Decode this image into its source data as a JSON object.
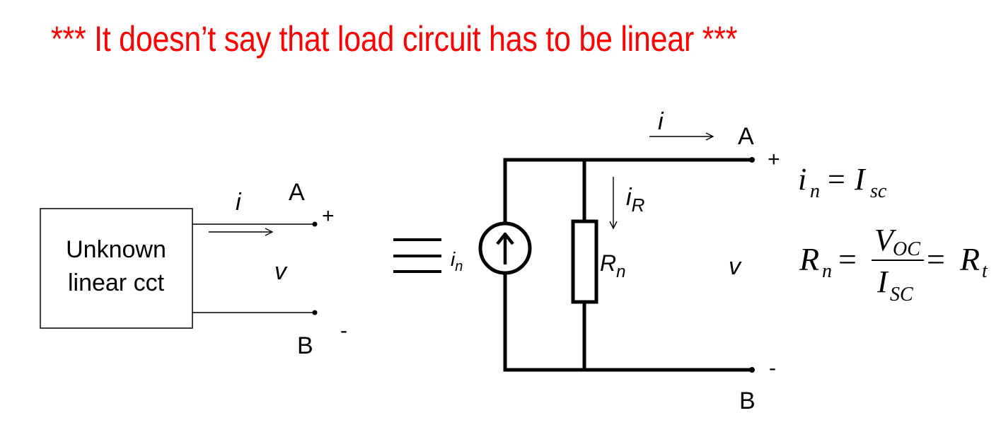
{
  "title": "*** It doesn’t say that load circuit has to be linear ***",
  "colors": {
    "title": "#ff0000",
    "ink": "#000000",
    "background": "#ffffff"
  },
  "left_circuit": {
    "box_line1": "Unknown",
    "box_line2": "linear cct",
    "current_label": "i",
    "terminal_a": "A",
    "terminal_b": "B",
    "plus_sign": "+",
    "minus_sign": "-",
    "voltage_label": "v"
  },
  "equivalence_symbol": "≡",
  "norton_circuit": {
    "source_label_main": "i",
    "source_label_sub": "n",
    "current_label": "i",
    "resistor_current_main": "i",
    "resistor_current_sub": "R",
    "resistor_label_main": "R",
    "resistor_label_sub": "n",
    "terminal_a": "A",
    "terminal_b": "B",
    "plus_sign": "+",
    "minus_sign": "-",
    "voltage_label": "v"
  },
  "equations": {
    "eq1": {
      "lhs_main": "i",
      "lhs_sub": "n",
      "equals": "=",
      "rhs_main": "I",
      "rhs_sub": "sc"
    },
    "eq2": {
      "lhs_main": "R",
      "lhs_sub": "n",
      "equals": "=",
      "num_main": "V",
      "num_sub": "OC",
      "den_main": "I",
      "den_sub": "SC",
      "equals2": "=",
      "rhs_main": "R",
      "rhs_sub": "t"
    }
  }
}
